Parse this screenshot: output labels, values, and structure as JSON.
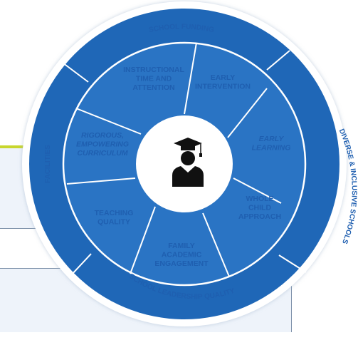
{
  "diagram": {
    "inner_segments": [
      {
        "id": "instructional",
        "lines": [
          "INSTRUCTIONAL",
          "TIME AND",
          "ATTENTION"
        ],
        "italic": false
      },
      {
        "id": "early-intervention",
        "lines": [
          "EARLY",
          "INTERVENTION"
        ],
        "italic": false
      },
      {
        "id": "early-learning",
        "lines": [
          "EARLY",
          "LEARNING"
        ],
        "italic": true
      },
      {
        "id": "whole-child",
        "lines": [
          "WHOLE",
          "CHILD",
          "APPROACH"
        ],
        "italic": false
      },
      {
        "id": "family",
        "lines": [
          "FAMILY",
          "ACADEMIC",
          "ENGAGEMENT"
        ],
        "italic": false
      },
      {
        "id": "teaching",
        "lines": [
          "TEACHING",
          "QUALITY"
        ],
        "italic": false
      },
      {
        "id": "rigorous",
        "lines": [
          "RIGOROUS,",
          "EMPOWERING",
          "CURRICULUM"
        ],
        "italic": true
      }
    ],
    "outer_segments": {
      "top": "SCHOOL FUNDING",
      "right": "DIVERSE & INCLUSIVE SCHOOLS",
      "bottom": "SCHOOL LEADERSHIP QUALITY",
      "left": "FACILITIES"
    },
    "center_icon": "graduate-icon",
    "colors": {
      "outer_ring": "#1f67b7",
      "inner_ring": "#2a74c4",
      "hub": "#ffffff",
      "lines": "#ffffff",
      "text": "#ffffff",
      "accent": "#c8d62d",
      "panel": "#eef3fa"
    }
  }
}
